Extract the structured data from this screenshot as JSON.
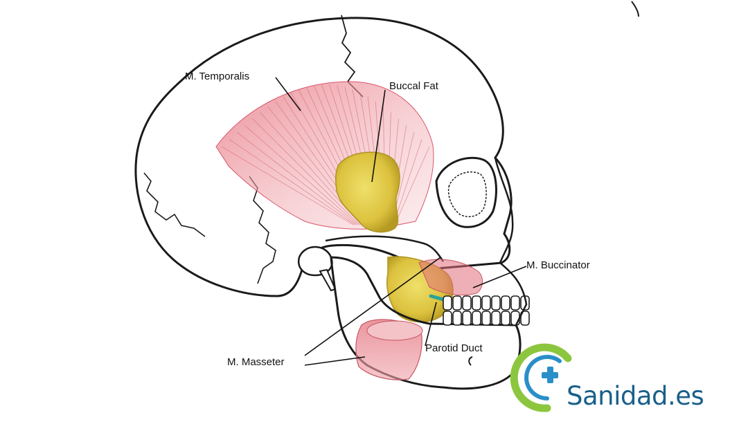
{
  "labels": {
    "temporalis": "M. Temporalis",
    "buccal_fat": "Buccal Fat",
    "buccinator": "M. Buccinator",
    "masseter": "M. Masseter",
    "parotid_duct": "Parotid Duct"
  },
  "logo": {
    "text": "Sanidad.es",
    "text_color": "#1a5f8a",
    "ring_color": "#8cc63f",
    "cross_color": "#2a8fc8"
  },
  "colors": {
    "outline": "#1a1a1a",
    "muscle": "#e0707a",
    "muscle_light": "#f2b6bc",
    "fat": "#e6cf45",
    "fat_dark": "#b89c20",
    "duct": "#2aa39a"
  }
}
